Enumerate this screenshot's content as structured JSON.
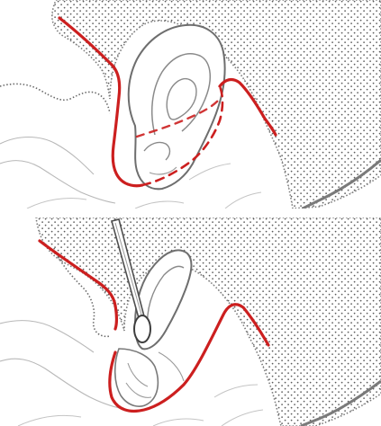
{
  "illustration": {
    "panels": [
      {
        "subject": "ear-side-view",
        "overlay": "incision-line",
        "dashed_guide": true
      },
      {
        "subject": "ear-retracted-with-cotton-swab",
        "overlay": "incision-line",
        "dashed_guide": false
      }
    ]
  },
  "colors": {
    "incision": "#cc1f1f",
    "outline": "#8c8c8c",
    "sketch": "#b8b8b8",
    "stipple": "#5a5a5a",
    "background": "#ffffff"
  }
}
